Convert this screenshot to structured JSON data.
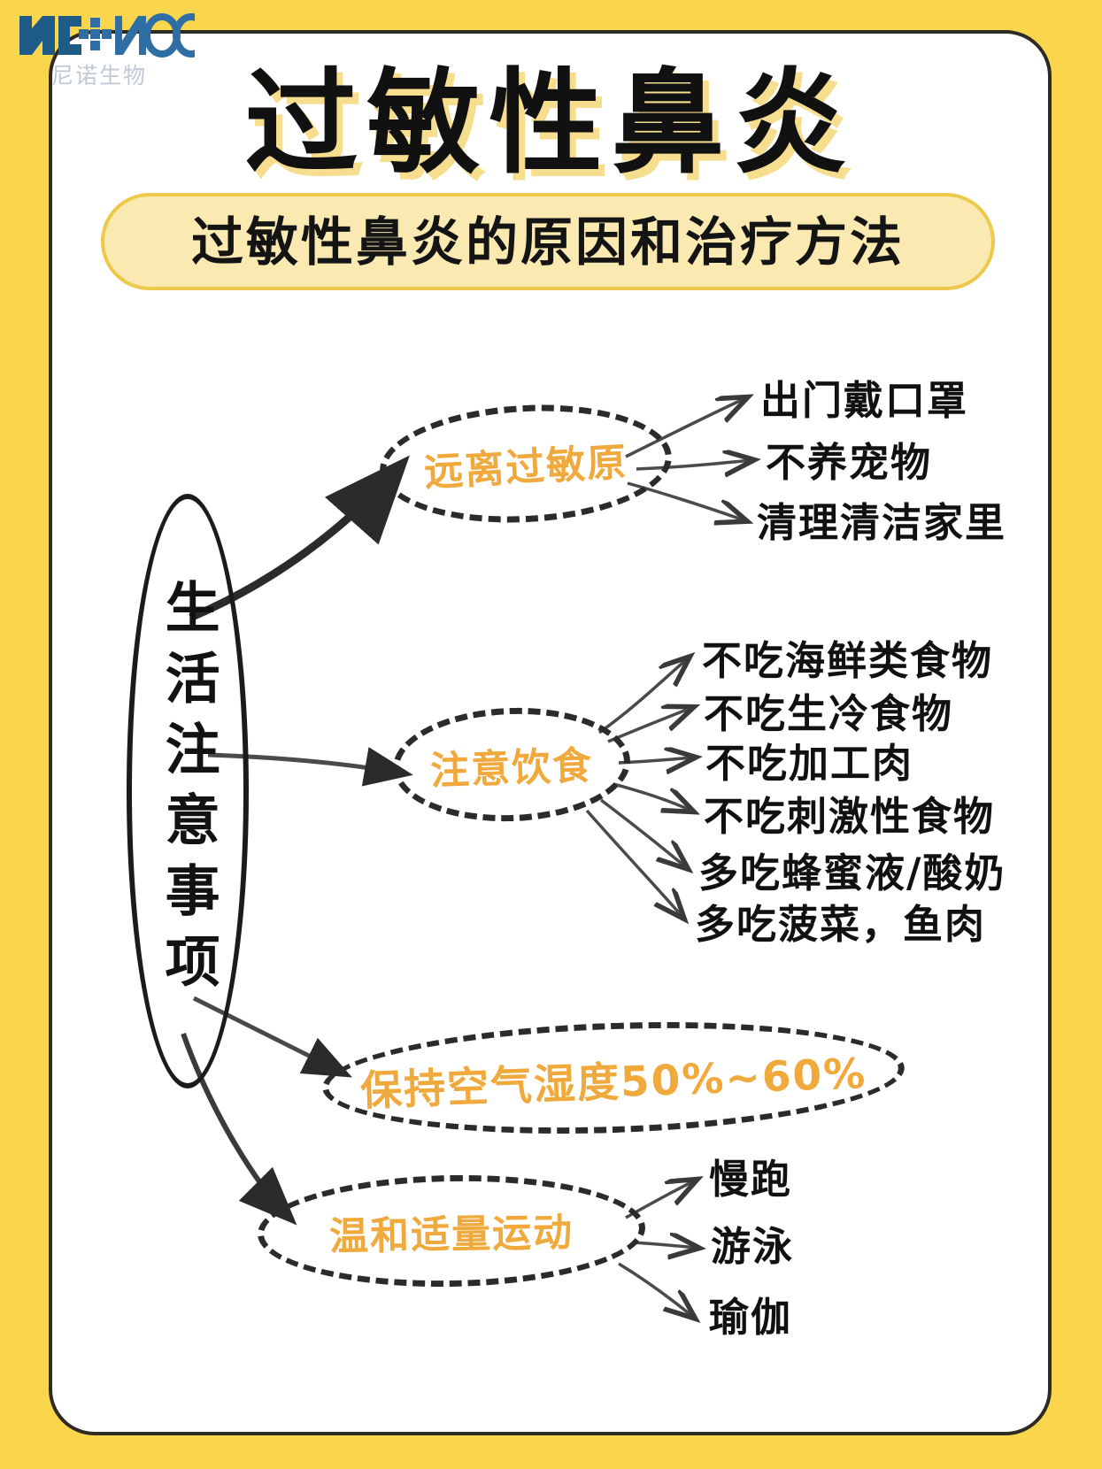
{
  "brand": {
    "logo_text": "NI:NOO",
    "logo_sub": "尼诺生物",
    "logo_color_dark": "#1f5b87",
    "logo_color_blue": "#2f6ea5"
  },
  "header": {
    "title": "过敏性鼻炎",
    "subtitle": "过敏性鼻炎的原因和治疗方法",
    "title_shadow_color": "#f7dd8e",
    "pill_bg": "#fae9b0",
    "pill_border": "#edc84a"
  },
  "theme": {
    "page_bg": "#f9d64b",
    "card_bg": "#ffffff",
    "card_border": "#2e2a24",
    "branch_text": "#f0a93c",
    "ink": "#111111"
  },
  "mindmap": {
    "root": {
      "label": "生活注意事项"
    },
    "branches": [
      {
        "id": "allergen",
        "label": "远离过敏原",
        "leaves": [
          "出门戴口罩",
          "不养宠物",
          "清理清洁家里"
        ]
      },
      {
        "id": "diet",
        "label": "注意饮食",
        "leaves": [
          "不吃海鲜类食物",
          "不吃生冷食物",
          "不吃加工肉",
          "不吃刺激性食物",
          "多吃蜂蜜液/酸奶",
          "多吃菠菜，鱼肉"
        ]
      },
      {
        "id": "humidity",
        "label": "保持空气湿度50%~60%",
        "leaves": []
      },
      {
        "id": "exercise",
        "label": "温和适量运动",
        "leaves": [
          "慢跑",
          "游泳",
          "瑜伽"
        ]
      }
    ]
  }
}
